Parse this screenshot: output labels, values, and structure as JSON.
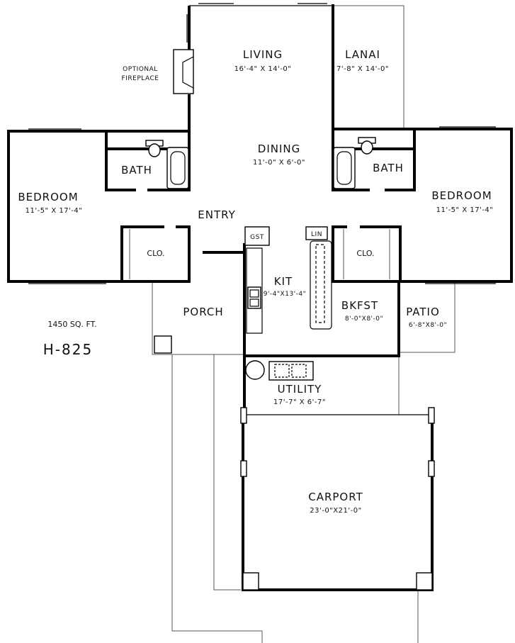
{
  "rooms": {
    "living": {
      "name": "LIVING",
      "size": "16'-4\" X 14'-0\""
    },
    "lanai": {
      "name": "LANAI",
      "size": "7'-8\" X 14'-0\""
    },
    "dining": {
      "name": "DINING",
      "size": "11'-0\" X 6'-0\""
    },
    "bedroom_left": {
      "name": "BEDROOM",
      "size": "11'-5\" X 17'-4\""
    },
    "bedroom_right": {
      "name": "BEDROOM",
      "size": "11'-5\" X 17'-4\""
    },
    "bath_left": {
      "name": "BATH"
    },
    "bath_right": {
      "name": "BATH"
    },
    "entry": {
      "name": "ENTRY"
    },
    "clo_left": {
      "name": "CLO."
    },
    "clo_right": {
      "name": "CLO."
    },
    "gst": {
      "name": "GST"
    },
    "lin": {
      "name": "LIN"
    },
    "kit": {
      "name": "KIT",
      "size": "9'-4\"X13'-4\""
    },
    "bkfst": {
      "name": "BKFST",
      "size": "8'-0\"X8'-0\""
    },
    "patio": {
      "name": "PATIO",
      "size": "6'-8\"X8'-0\""
    },
    "porch": {
      "name": "PORCH"
    },
    "utility": {
      "name": "UTILITY",
      "size": "17'-7\" X 6'-7\""
    },
    "carport": {
      "name": "CARPORT",
      "size": "23'-0\"X21'-0\""
    }
  },
  "fireplace": {
    "line1": "OPTIONAL",
    "line2": "FIREPLACE"
  },
  "area": "1450 SQ. FT.",
  "plan_code": "H-825"
}
